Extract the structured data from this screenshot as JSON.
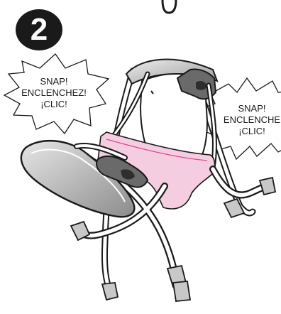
{
  "step": {
    "number": "2"
  },
  "callouts": {
    "left": {
      "lines": [
        "SNAP!",
        "ENCLENCHEZ!",
        "¡CLIC!"
      ]
    },
    "right": {
      "lines": [
        "SNAP!",
        "ENCLENCHE",
        "¡CLIC!"
      ]
    }
  },
  "colors": {
    "outline": "#1a1a1a",
    "seat_pad": "#f5cde0",
    "frame_grey": "#c8c8c8",
    "dark_grey": "#6a6a6a",
    "background": "#ffffff"
  },
  "icons": {
    "step_badge": "black-circle-badge",
    "callout_shape": "starburst-bubble",
    "product": "swing-seat-frame"
  }
}
